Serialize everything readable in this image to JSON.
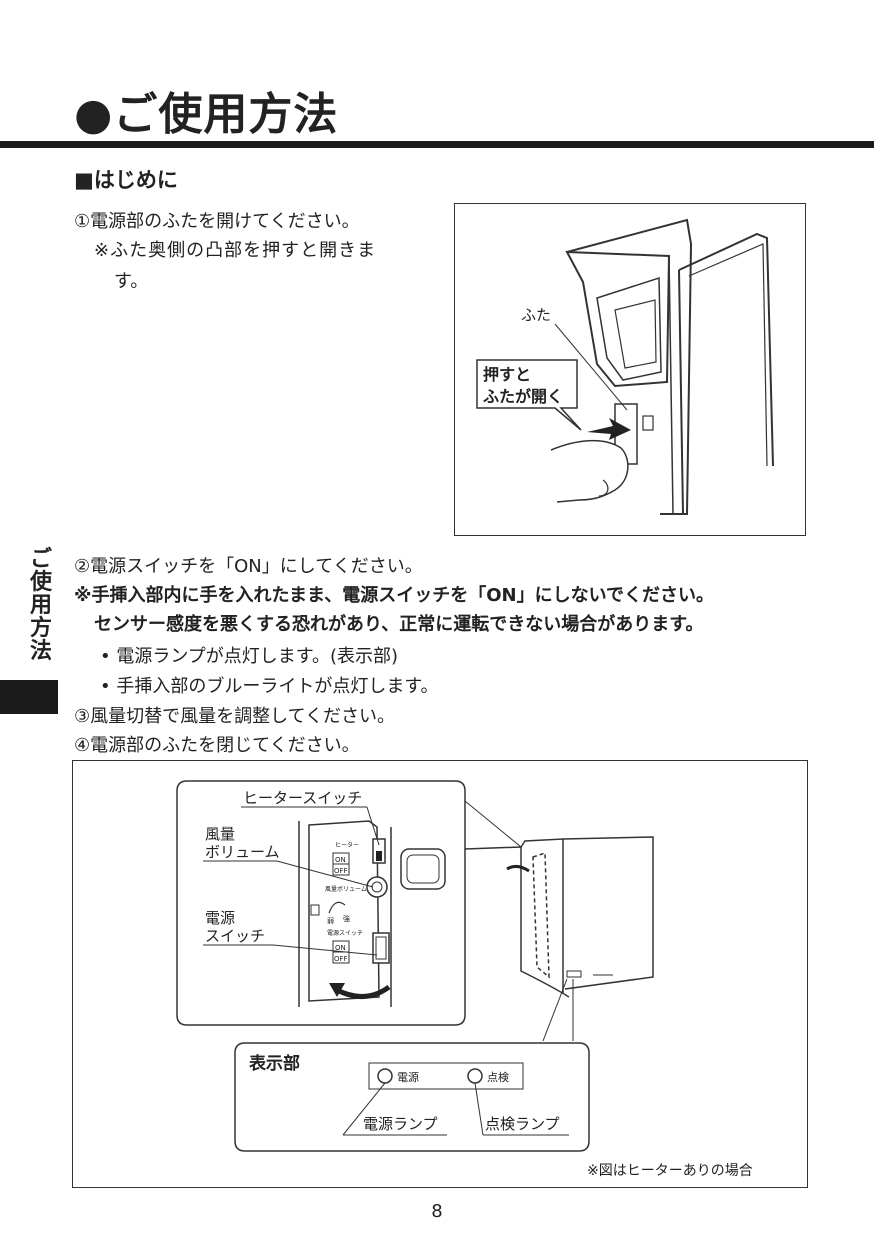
{
  "page": {
    "title": "●ご使用方法",
    "section": "■はじめに",
    "side_tab": "ご使用方法",
    "page_number": "8"
  },
  "step1": {
    "line1": "①電源部のふたを開けてください。",
    "note_a": "※ふた奥側の凸部を押すと開きま",
    "note_b": "す。"
  },
  "figure1": {
    "label_lid": "ふた",
    "callout_1": "押すと",
    "callout_2": "ふたが開く"
  },
  "steps": {
    "s2": "②電源スイッチを「ON」にしてください。",
    "warn1": "※手挿入部内に手を入れたまま、電源スイッチを「ON」にしないでください。",
    "warn2": "センサー感度を悪くする恐れがあり、正常に運転できない場合があります。",
    "b1": "• 電源ランプが点灯します。(表示部)",
    "b2": "• 手挿入部のブルーライトが点灯します。",
    "s3": "③風量切替で風量を調整してください。",
    "s4": "④電源部のふたを閉じてください。"
  },
  "figure2": {
    "heater_switch": "ヒータースイッチ",
    "volume_1": "風量",
    "volume_2": "ボリューム",
    "power_1": "電源",
    "power_2": "スイッチ",
    "panel_heater": "ヒーター",
    "panel_volume": "風量ボリューム",
    "panel_power": "電源スイッチ",
    "on": "ON",
    "off": "OFF",
    "weak": "弱",
    "strong": "強",
    "display_title": "表示部",
    "lamp_power": "電源",
    "lamp_check": "点検",
    "power_lamp_label": "電源ランプ",
    "check_lamp_label": "点検ランプ",
    "footnote": "※図はヒーターありの場合"
  }
}
